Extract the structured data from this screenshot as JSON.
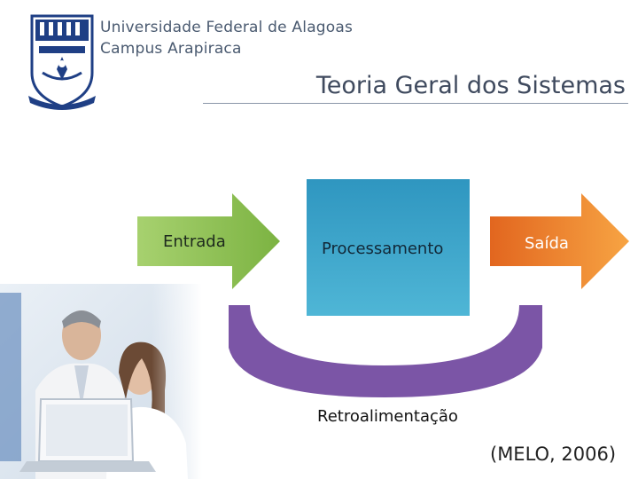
{
  "header": {
    "institution_line1": "Universidade Federal de Alagoas",
    "institution_line2": "Campus Arapiraca"
  },
  "slide": {
    "title": "Teoria Geral dos Sistemas",
    "citation": "(MELO, 2006)"
  },
  "diagram": {
    "input_label": "Entrada",
    "process_label": "Processamento",
    "output_label": "Saída",
    "feedback_label": "Retroalimentação"
  },
  "colors": {
    "input_arrow": "#8cc256",
    "process_box": "#3aa6c9",
    "output_arrow": "#f08a2a",
    "feedback_arc": "#7b55a6",
    "crest": "#1f3f85"
  }
}
